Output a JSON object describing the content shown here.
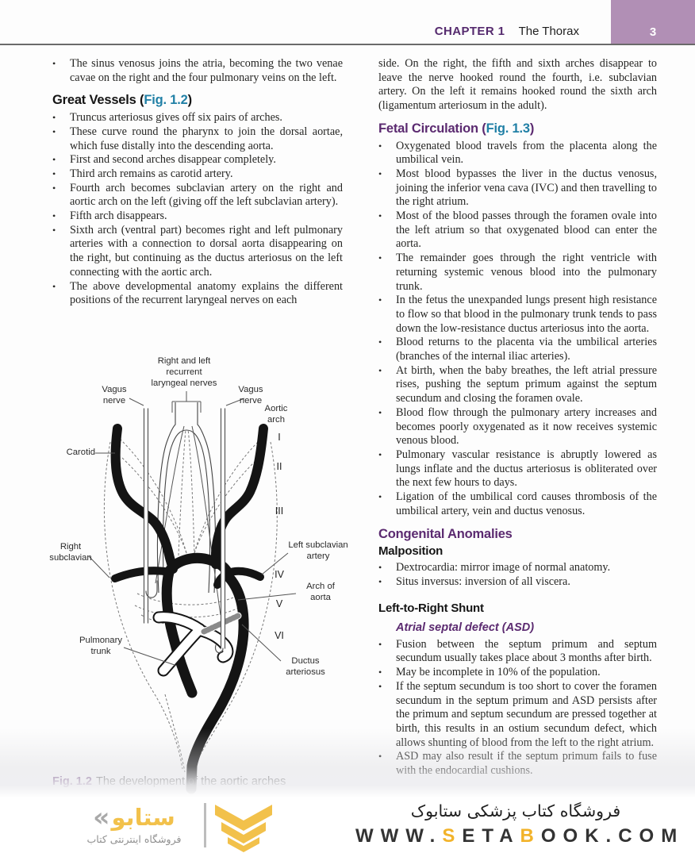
{
  "header": {
    "chapter": "CHAPTER 1",
    "title": "The Thorax",
    "page_number": "3"
  },
  "bullet_char": "•",
  "left_column": {
    "intro_bullet": "The sinus venosus joins the atria, becoming the two venae cavae on the right and the four pulmonary veins on the left.",
    "great_vessels": {
      "heading_pre": "Great Vessels (",
      "fig_ref": "Fig. 1.2",
      "heading_post": ")",
      "bullets": [
        "Truncus arteriosus gives off six pairs of arches.",
        "These curve round the pharynx to join the dorsal aortae, which fuse distally into the descending aorta.",
        "First and second arches disappear completely.",
        "Third arch remains as carotid artery.",
        "Fourth arch becomes subclavian artery on the right and aortic arch on the left (giving off the left subclavian artery).",
        "Fifth arch disappears.",
        "Sixth arch (ventral part) becomes right and left pulmonary arteries with a connection to dorsal aorta disappearing on the right, but continuing as the ductus arteriosus on the left connecting with the aortic arch.",
        "The above developmental anatomy explains the different positions of the recurrent laryngeal nerves on each"
      ]
    }
  },
  "figure": {
    "labels": {
      "recurrent": "Right and left recurrent laryngeal nerves",
      "vagus_left": "Vagus nerve",
      "vagus_right": "Vagus nerve",
      "aortic_arch": "Aortic arch",
      "carotid": "Carotid",
      "right_subclavian": "Right subclavian",
      "left_subclavian": "Left subclavian artery",
      "arch_of_aorta": "Arch of aorta",
      "pulmonary_trunk": "Pulmonary trunk",
      "ductus": "Ductus arteriosus",
      "numerals": [
        "I",
        "II",
        "III",
        "IV",
        "V",
        "VI"
      ]
    },
    "caption_fig": "Fig. 1.2",
    "caption_text": "The development of the aortic arches"
  },
  "right_column": {
    "continuation": "side. On the right, the fifth and sixth arches disappear to leave the nerve hooked round the fourth, i.e. subclavian artery. On the left it remains hooked round the sixth arch (ligamentum arteriosum in the adult).",
    "fetal": {
      "heading_pre": "Fetal Circulation (",
      "fig_ref": "Fig. 1.3",
      "heading_post": ")",
      "bullets": [
        "Oxygenated blood travels from the placenta along the umbilical vein.",
        "Most blood bypasses the liver in the ductus venosus, joining the inferior vena cava (IVC) and then travelling to the right atrium.",
        "Most of the blood passes through the foramen ovale into the left atrium so that oxygenated blood can enter the aorta.",
        "The remainder goes through the right ventricle with returning systemic venous blood into the pulmonary trunk.",
        "In the fetus the unexpanded lungs present high resistance to flow so that blood in the pulmonary trunk tends to pass down the low-resistance ductus arteriosus into the aorta.",
        "Blood returns to the placenta via the umbilical arteries (branches of the internal iliac arteries).",
        "At birth, when the baby breathes, the left atrial pressure rises, pushing the septum primum against the septum secundum and closing the foramen ovale.",
        "Blood flow through the pulmonary artery increases and becomes poorly oxygenated as it now receives systemic venous blood.",
        "Pulmonary vascular resistance is abruptly lowered as lungs inflate and the ductus arteriosus is obliterated over the next few hours to days.",
        "Ligation of the umbilical cord causes thrombosis of the umbilical artery, vein and ductus venosus."
      ]
    },
    "congenital": {
      "heading": "Congenital Anomalies",
      "malposition_heading": "Malposition",
      "malposition_bullets": [
        "Dextrocardia: mirror image of normal anatomy.",
        "Situs inversus: inversion of all viscera."
      ],
      "shunt_heading": "Left-to-Right Shunt",
      "asd_heading": "Atrial septal defect (ASD)",
      "asd_bullets": [
        "Fusion between the septum primum and septum secundum usually takes place about 3 months after birth.",
        "May be incomplete in 10% of the population.",
        "If the septum secundum is too short to cover the foramen secundum in the septum primum and ASD persists after the primum and septum secundum are pressed together at birth, this results in an ostium secundum defect, which allows shunting of blood from the left to the right atrium.",
        "ASD may also result if the septum primum fails to fuse with the endocardial cushions."
      ]
    }
  },
  "footer": {
    "logo": {
      "k_mark": "«",
      "word": "ستابو",
      "tagline": "فروشگاه اینترنتی کتاب"
    },
    "persian_title": "فروشگاه کتاب پزشکی ستابوک",
    "url_parts": [
      {
        "text": "WWW."
      },
      {
        "text": "S"
      },
      {
        "text": "ETA"
      },
      {
        "text": "B"
      },
      {
        "text": "OOK.COM"
      }
    ]
  },
  "colors": {
    "accent_purple": "#5b2a70",
    "tab_purple": "#b18fb5",
    "fig_teal": "#2180a6",
    "brand_yellow": "#f2c14b"
  }
}
